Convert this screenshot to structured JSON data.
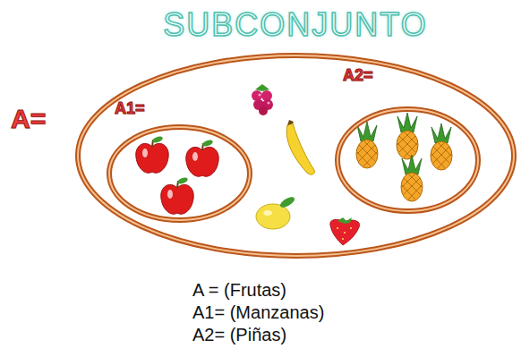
{
  "diagram": {
    "title": "SUBCONJUNTO",
    "nodes": [
      {
        "text": [
          "A="
        ]
      },
      {
        "text": [
          "A1="
        ],
        "in": 0
      },
      {
        "text": [
          "A2="
        ],
        "in": 0
      }
    ],
    "labels": [
      "A = (Frutas)",
      "A1= (Manzanas)",
      "A2= (Piñas)"
    ]
  }
}
